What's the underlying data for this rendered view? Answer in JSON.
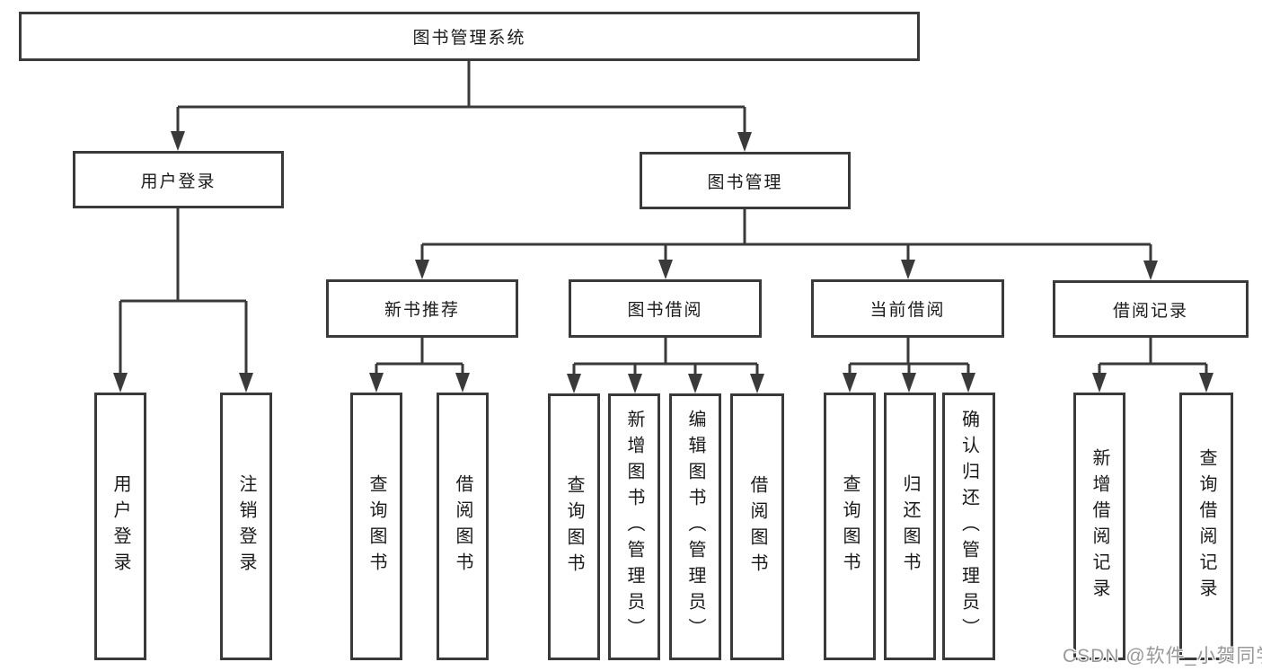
{
  "colors": {
    "line": "#3a3a3a",
    "text": "#1a1a1a",
    "watermark": "#999999"
  },
  "watermark": {
    "text": "CSDN @软件_小贺同学"
  },
  "tree": {
    "label": "图书管理系统",
    "children": [
      {
        "label": "用户登录",
        "children": [
          {
            "label": "用户登录"
          },
          {
            "label": "注销登录"
          }
        ]
      },
      {
        "label": "图书管理",
        "children": [
          {
            "label": "新书推荐",
            "children": [
              {
                "label": "查询图书"
              },
              {
                "label": "借阅图书"
              }
            ]
          },
          {
            "label": "图书借阅",
            "children": [
              {
                "label": "查询图书"
              },
              {
                "label": "新增图书（管理员）"
              },
              {
                "label": "编辑图书（管理员）"
              },
              {
                "label": "借阅图书"
              }
            ]
          },
          {
            "label": "当前借阅",
            "children": [
              {
                "label": "查询图书"
              },
              {
                "label": "归还图书"
              },
              {
                "label": "确认归还（管理员）"
              }
            ]
          },
          {
            "label": "借阅记录",
            "children": [
              {
                "label": "新增借阅记录"
              },
              {
                "label": "查询借阅记录"
              }
            ]
          }
        ]
      }
    ]
  }
}
